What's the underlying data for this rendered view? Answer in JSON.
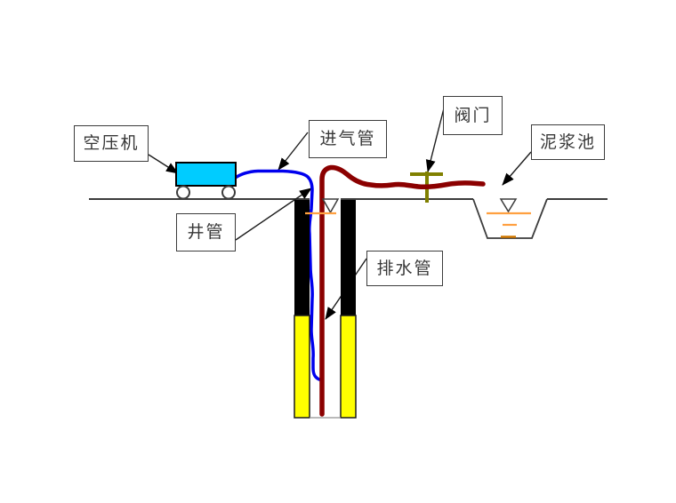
{
  "diagram": {
    "labels": {
      "air_compressor": "空压机",
      "air_intake_pipe": "进气管",
      "valve": "阀门",
      "mud_pit": "泥浆池",
      "well_pipe": "井管",
      "drain_pipe": "排水管"
    },
    "colors": {
      "background": "#ffffff",
      "outline": "#3c3c3c",
      "compressor_fill": "#00ccff",
      "air_pipe_blue": "#0000ee",
      "drain_pipe_dark_red": "#8b0000",
      "valve_olive": "#808000",
      "casing_black": "#000000",
      "screen_yellow": "#ffff00",
      "water_line_orange": "#ffa040",
      "water_line_dark_orange": "#d27800"
    },
    "symbols": {
      "water_level_marks": 2,
      "leader_arrows": 6
    }
  }
}
